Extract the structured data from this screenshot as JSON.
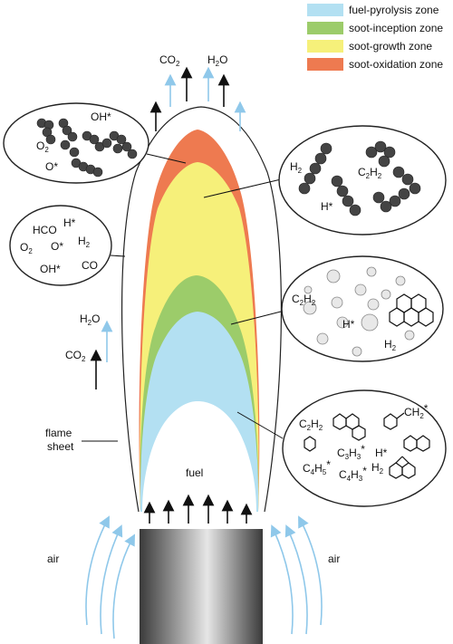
{
  "legend": [
    {
      "label": "fuel-pyrolysis zone",
      "color": "#b3e0f2"
    },
    {
      "label": "soot-inception zone",
      "color": "#9ccc6a"
    },
    {
      "label": "soot-growth zone",
      "color": "#f6f07a"
    },
    {
      "label": "soot-oxidation zone",
      "color": "#ee7a50"
    }
  ],
  "labels": {
    "fuel": "fuel",
    "air": "air",
    "flame": "flame",
    "sheet": "sheet",
    "co2": "CO",
    "h2o_h": "H",
    "h2o_o": "O",
    "two": "2"
  },
  "species": {
    "oxidation": {
      "oh": "OH*",
      "o2": "O",
      "o": "O*"
    },
    "radicals": {
      "hco": "HCO",
      "h": "H*",
      "o2": "O",
      "o": "O*",
      "h2": "H",
      "oh": "OH*",
      "co": "CO"
    },
    "growth": {
      "h2": "H",
      "c2h2_c": "C",
      "c2h2_h": "H",
      "h": "H*"
    },
    "inception": {
      "c2h2_c": "C",
      "c2h2_h": "H",
      "h": "H*",
      "h2": "H"
    },
    "pyrolysis": {
      "c2h2_c": "C",
      "c2h2_h": "H",
      "ch2": "CH",
      "ch2_sub": "2",
      "ch2_sup": "*",
      "c3h3": "C",
      "c3h3_mid": "H",
      "c3h3_sub": "3",
      "h2": "H",
      "h": "H*",
      "c4h5": "C",
      "c4h5_mid": "H",
      "c4h5_sub4": "4",
      "c4h5_sub5": "5",
      "c4h3_sub3": "3",
      "star": "*"
    }
  },
  "colors": {
    "arrow_black": "#111111",
    "arrow_blue": "#8fc8ea",
    "soot": "#444444"
  }
}
